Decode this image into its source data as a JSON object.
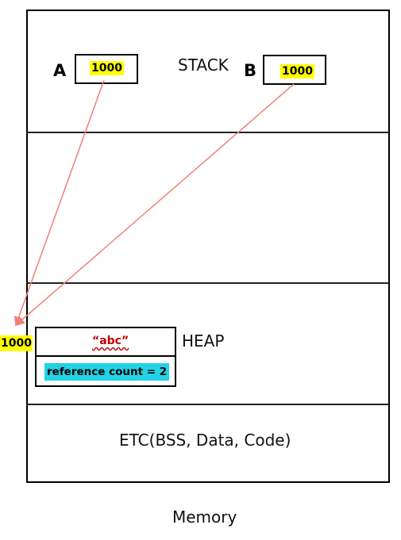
{
  "memory": {
    "caption": "Memory",
    "sections": {
      "stack": "STACK",
      "heap": "HEAP",
      "etc": "ETC(BSS, Data, Code)"
    }
  },
  "variables": [
    {
      "name": "A",
      "value": "1000"
    },
    {
      "name": "B",
      "value": "1000"
    }
  ],
  "heap_object": {
    "address": "1000",
    "value": "“abc”",
    "meta": "reference count = 2"
  },
  "colors": {
    "arrow": "#f08078",
    "highlight_yellow": "#ffff00",
    "highlight_cyan": "#22d3e6",
    "string_text": "#c00000"
  }
}
